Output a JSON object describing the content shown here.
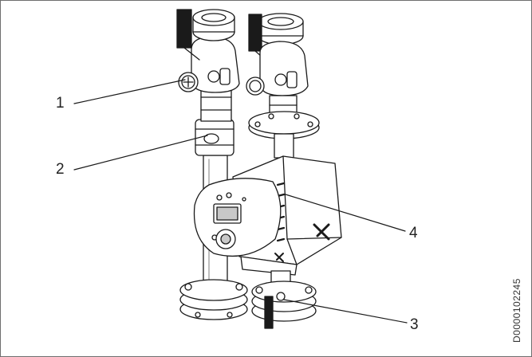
{
  "diagram": {
    "callouts": [
      {
        "id": "1",
        "label": "1"
      },
      {
        "id": "2",
        "label": "2"
      },
      {
        "id": "3",
        "label": "3"
      },
      {
        "id": "4",
        "label": "4"
      }
    ],
    "document_id": "D0000102245"
  },
  "colors": {
    "line": "#1a1a1a",
    "frame": "#6e6e6e",
    "fill": "#ffffff",
    "shade": "#c8c8c8"
  }
}
